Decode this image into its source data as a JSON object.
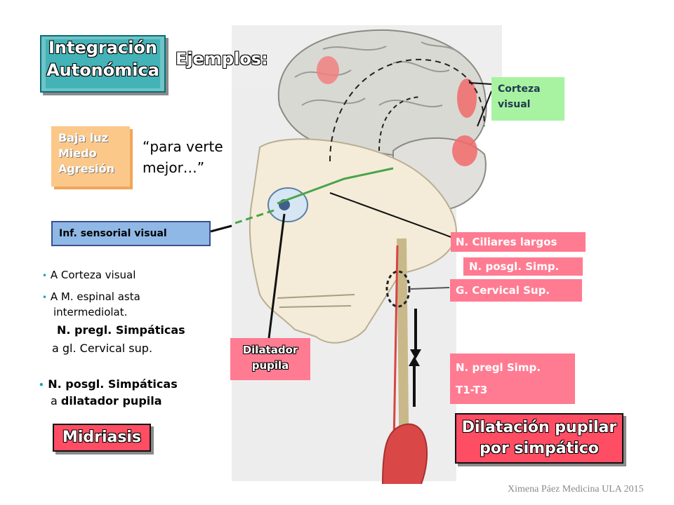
{
  "title": [
    "Integración",
    "Autonómica"
  ],
  "ejemplos": "Ejemplos:",
  "triggers": [
    "Baja luz",
    "Miedo",
    "Agresión"
  ],
  "quote": [
    "“para verte",
    "mejor…”"
  ],
  "inf_sensorial": "Inf. sensorial visual",
  "bullets": {
    "b1": "A Corteza visual",
    "b2a": "A M. espinal asta",
    "b2b": "intermediolat.",
    "b2c": "N. pregl. Simpáticas",
    "b2d": "a gl. Cervical sup.",
    "b3a": "N. posgl. Simpáticas",
    "b3b_prefix": "a",
    "b3b": "dilatador pupila"
  },
  "midriasis": "Midriasis",
  "dilatacion": [
    "Dilatación pupilar",
    "por simpático"
  ],
  "corteza_visual": [
    "Corteza",
    "visual"
  ],
  "labels": {
    "ciliares": "N. Ciliares largos",
    "posgl": "N. posgl. Simp.",
    "cervical": "G. Cervical Sup.",
    "pregl": "N. pregl Simp.",
    "t1t3": "T1-T3",
    "dilatador": [
      "Dilatador",
      "pupila"
    ]
  },
  "footer": "Ximena Páez Medicina ULA 2015",
  "colors": {
    "teal": "#44b3b8",
    "orange": "#fbc88a",
    "blue": "#8fb8e6",
    "pink": "#ff7b91",
    "red": "#ff4d63",
    "green": "#a7f3a2"
  }
}
